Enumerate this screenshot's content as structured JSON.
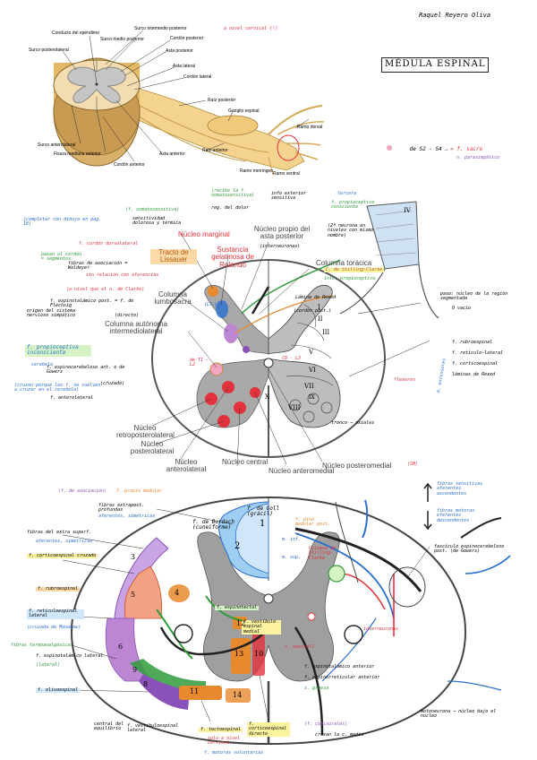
{
  "author": "Raquel Reyero Oliva",
  "main_title": "MÉDULA ESPINAL",
  "colors": {
    "red": "#e2323b",
    "blue": "#2a6fd1",
    "green": "#2f9b3a",
    "orange": "#e7892d",
    "purple": "#8a52b8",
    "gray": "#9a9a9a",
    "spine": "#e0b878"
  },
  "top": {
    "labels": {
      "surco_int_post": "Surco intermedio posterior",
      "nivel_cervical": "a nivel cervical (!)",
      "conducto_ependimo": "Conducto del epéndimo",
      "surco_medio_post": "Surco medio posterior",
      "cordon_post": "Cordón posterior",
      "surco_posterolateral": "Surco posterolateral",
      "asta_posterior": "Asta posterior",
      "asta_lateral": "Asta lateral",
      "cordon_lateral": "Cordón lateral",
      "raiz_posterior": "Raíz posterior",
      "ganglio_espinal": "Ganglio espinal",
      "ramo_dorsal": "Ramo dorsal",
      "surco_anterolateral": "Surco anterolateral",
      "fisura_media_ant": "Fisura mediana anterior",
      "asta_anterior": "Asta anterior",
      "raiz_anterior": "Raíz anterior",
      "cordon_anterior": "Cordón anterior",
      "ramo_meningeo": "Ramo meníngeo",
      "ramo_ventral": "Ramo ventral",
      "s2s4": "de S2 - S4",
      "sacro": "= f. sacro",
      "s2s4_symbol": "→",
      "parasimp": "n. parasimpático"
    }
  },
  "middle": {
    "labels": {
      "completar": "(completar con dibujo en pag. 18)",
      "somatosensitiva": "(f. somatosensitiva)",
      "mecanica": "sensitividad dolorosa y térmica",
      "recibe": "(recibe la f. somatosensitiva)",
      "reg_dolor": "reg. del dolor",
      "info_exterior": "info exterior sensitiva",
      "tercera": "tercera",
      "propioceptiva_consciente": "f. propioceptiva consciente",
      "nucleo_marginal": "Núcleo marginal",
      "nucleo_propio": "Núcleo propio del asta posterior",
      "interneuronas": "(interneuronas)",
      "neurona_2": "(2ª neurona en niveles con mismo nombre)",
      "sust_gelatinosa": "Sustancia gelatinosa de Rolando",
      "f_cordon_dorsolateral": "f. cordón dorsolateral",
      "tracto_lissauer": "Tracto de Lissauer",
      "columna_toracica": "Columna torácica",
      "c_stilling": "C. de Stilling-Clarke",
      "info_propioceptiva": "info. propioceptiva",
      "fibras_asoc": "fibras de asociación = Waldeyer",
      "no_relacion": "sin relación con aferencias",
      "pasan_al_cordon": "pasan al cordón = segmentos",
      "a_nivel": "(a nivel que el n. de Clarke)",
      "columna_lumbosacra": "Columna lumbosacra",
      "espinotalamico": "f. espinotalámico post. = f. de Flechsig",
      "directo": "(directo)",
      "l3_5": "(L3-L5)",
      "columna_autonoma": "Columna autónoma intermediolateral",
      "origen_simpatico": "origen del sistema nervioso simpático",
      "t1_l2": "de T1 - L2",
      "c8_l3": "C8 - L3",
      "lamina_rexed": "Lámina de Rexed",
      "cordon_post": "(cordón post.)",
      "espinocerebeloso": "f. espinocerebeloso ant. o de Gowers",
      "cruzado": "(cruzado)",
      "propioceptiva_inconsciente": "f. propioceptiva inconsciente",
      "cerebelo": "cerebelo",
      "cruzan_cerebelo": "(cruzan porque las f. se vuelven a cruzar en el cerebelo)",
      "anterolateral": "f. anterolateral",
      "rubroespinal": "f. rubroespinal",
      "reticulo": "f. retículo-lateral",
      "paso": "paso: núcleo de la región segmentada",
      "corticoespinal": "f. corticoespinal",
      "otros_vacio": "O vacío",
      "laminas": "láminas de Rexed",
      "flexores": "flexores",
      "m_extensores": "m. extensores",
      "tronco": "tronco → axiales",
      "nucleo_retroposterolateral": "Núcleo retroposterolateral",
      "nucleo_posterolateral": "Núcleo posterolateral",
      "nucleo_anterolateral": "Núcleo anterolateral",
      "nucleo_central": "Núcleo central",
      "nucleo_anteromedial": "Núcleo anteromedial",
      "nucleo_posteromedial": "Núcleo posteromedial",
      "sm": "(SM)",
      "roman": [
        "I",
        "II",
        "III",
        "IV",
        "V",
        "VI",
        "VII",
        "VIII",
        "IX",
        "X"
      ]
    }
  },
  "bottom": {
    "labels": {
      "f_asociacion": "(f. de asociación)",
      "propio_medular": "f. propio medular",
      "fibras_extra_post": "fibras extrapost. profundas",
      "aferentes": "aferentes, simétricas",
      "goll": "f. de Goll (grácil)",
      "burdach": "f. de Burdach (cuneiforme)",
      "pino_medular": "f. pino medular post.",
      "fibras_sensitivas": "fibras sensitivas aferentes ascendentes",
      "fibras_motoras": "fibras motoras eferentes descendentes",
      "fibras_extra_superf": "fibras del extra superf.",
      "aferentes_simetricas": "aferentes, simétricas",
      "corticoespinal_cruzado": "f. corticoespinal cruzado",
      "m_inf": "m. inf.",
      "m_sup": "m. sup.",
      "columna_stilling": "Columna de Stilling-Clarke",
      "fasciculo": "fascículo espinocerebeloso post. (de Gowers)",
      "rubroespinal": "f. rubroespinal",
      "reticuloespinal": "f. reticuloespinal lateral",
      "tracto_reticulo": "(cruzada de Monakow)",
      "espinotectal": "f. espinotectal",
      "vestibulo": "f. vestíbulo espinal medial",
      "interneuronas": "interneuronas",
      "fibras_termo": "fibras termoanalgésicas",
      "espinotalamico_lat": "f. espinotalámico lateral",
      "lateral": "(lateral)",
      "olivoespinal": "f. olivoespinal",
      "espinotalamico_ant": "f. espinotalámico anterior",
      "n_ventral": "n. ventral?",
      "b_grueso": "s. gruesa",
      "espinorreticular": "f. espinorreticular anterior",
      "motoneurona": "motoneurona → núcleo bajo el núcleo",
      "central_equilibrio": "central del equilibrio",
      "vestibuloespinal": "f. vestibuloespinal lateral",
      "tectoespinal": "f. tectoespinal",
      "solo_nivel": "solo a nivel cervical",
      "corticoespinal_directo": "f. corticoespinal directo",
      "comisurales": "(f. comisurales)",
      "cruzan": "cruzan la c. media",
      "f_motoras": "f. motoras voluntarias",
      "numbers": [
        "1",
        "2",
        "3",
        "4",
        "5",
        "6",
        "7",
        "8",
        "9",
        "10",
        "11",
        "12",
        "13",
        "14"
      ]
    }
  }
}
